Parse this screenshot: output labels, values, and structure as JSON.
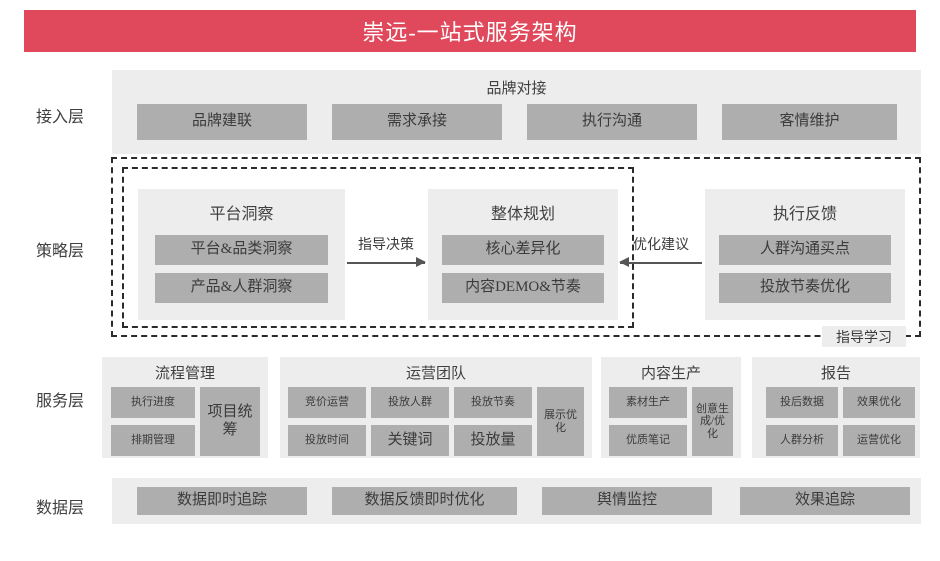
{
  "title": "崇远-一站式服务架构",
  "accent_color": "#E0485B",
  "panel_bg": "#EDEDED",
  "chip_bg": "#AEAEAE",
  "layers": [
    {
      "key": "access",
      "label": "接入层"
    },
    {
      "key": "strategy",
      "label": "策略层"
    },
    {
      "key": "service",
      "label": "服务层"
    },
    {
      "key": "data",
      "label": "数据层"
    }
  ],
  "access": {
    "title": "品牌对接",
    "items": [
      "品牌建联",
      "需求承接",
      "执行沟通",
      "客情维护"
    ]
  },
  "strategy": {
    "groups": [
      {
        "title": "平台洞察",
        "items": [
          "平台&品类洞察",
          "产品&人群洞察"
        ]
      },
      {
        "title": "整体规划",
        "items": [
          "核心差异化",
          "内容DEMO&节奏"
        ]
      },
      {
        "title": "执行反馈",
        "items": [
          "人群沟通买点",
          "投放节奏优化"
        ]
      }
    ],
    "arrows": [
      {
        "label": "指导决策",
        "direction": "right"
      },
      {
        "label": "优化建议",
        "direction": "left"
      }
    ],
    "edge_tag": "指导学习"
  },
  "service": {
    "groups": [
      {
        "title": "流程管理",
        "row1": [
          "执行进度"
        ],
        "row2": [
          "排期管理"
        ],
        "tall": "项目统筹"
      },
      {
        "title": "运营团队",
        "row1": [
          "竞价运营",
          "投放人群",
          "投放节奏"
        ],
        "row2": [
          "投放时间",
          "关键词",
          "投放量"
        ],
        "tall": "展示优化"
      },
      {
        "title": "内容生产",
        "row1": [
          "素材生产"
        ],
        "row2": [
          "优质笔记"
        ],
        "tall": "创意生成/优化"
      },
      {
        "title": "报告",
        "row1": [
          "投后数据",
          "效果优化"
        ],
        "row2": [
          "人群分析",
          "运营优化"
        ],
        "tall": ""
      }
    ]
  },
  "data": {
    "items": [
      "数据即时追踪",
      "数据反馈即时优化",
      "舆情监控",
      "效果追踪"
    ]
  }
}
